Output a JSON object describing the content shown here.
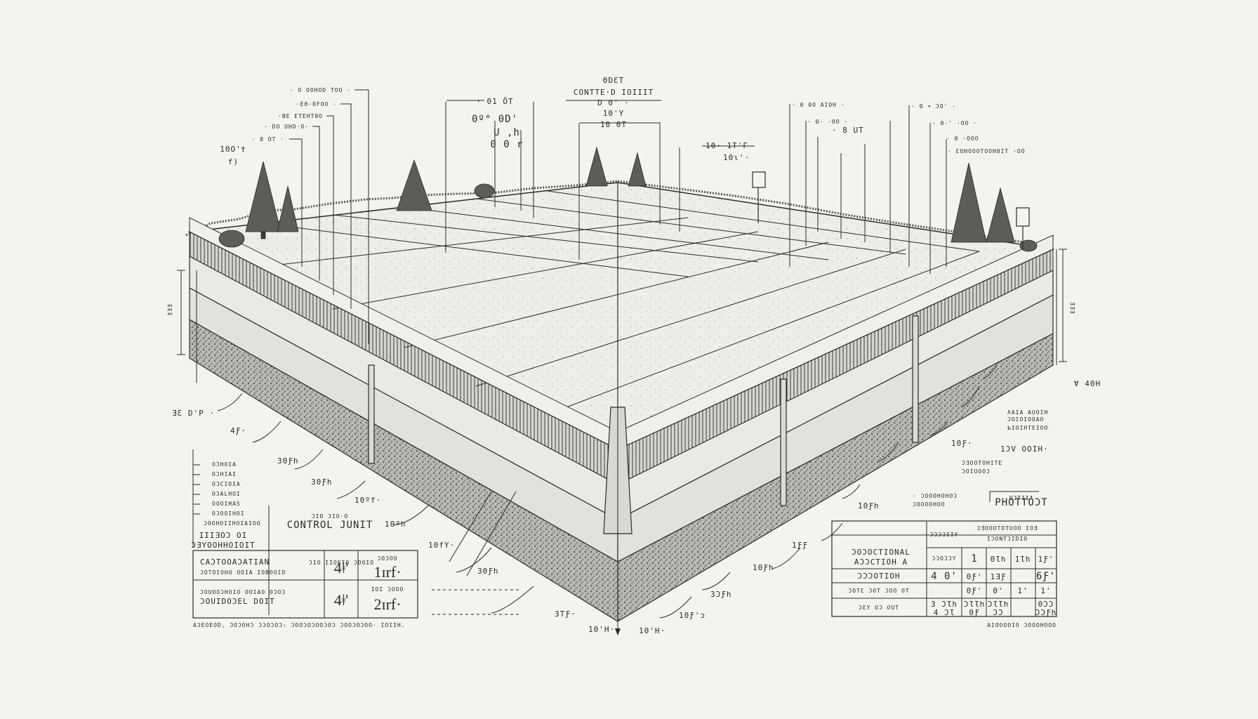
{
  "colors": {
    "background": "#f4f3ee",
    "ink": "#2a2a2a",
    "slab": "#ecebe6",
    "gravel": "#9a9a96"
  },
  "labels": {
    "top_center": [
      "ΘDƐT",
      "CONTTE·D  IOIIIT",
      "D 0'  ·",
      "10'Y",
      "10 0T"
    ],
    "top_left": [
      "· O OOHOD TOO ·",
      "·ΕΘ·OFOO ·",
      "·BE ETEHT0O",
      "· DO UHD·O·",
      "· 8 OT  ·",
      "10Ο'Ϯ",
      "f)"
    ],
    "top_mid_left": [
      "· 01 ÖT",
      "0º°  0D'",
      "U ‚h",
      "0  0 r"
    ],
    "top_right": [
      "· 0 0Ο AIOH ·",
      "· 0·  ·OO ·",
      "· 8 UT",
      "10·  1T'Γ",
      "10ɩ'·"
    ],
    "top_far_right": [
      "· 0 ∙ ƆO' ·",
      "· 0·'  ·OO ·",
      "· 0 ·OOO",
      "· ƐOHOOOTOOH0IT ·OO"
    ],
    "side_left": [
      "ƎƐ D'P ·",
      "4Ƒ·",
      "30Ƒh",
      "30Ƒh",
      "10ºf·",
      "10ºh",
      "10fY·",
      "30Ƒh",
      "3TƑ·",
      "10'H·"
    ],
    "side_right": [
      "Ɐ 40H",
      "ɅAIA AUOIH",
      "ƆOIOIOOAO",
      "ƄIOIHTEIOO",
      "10Ƒ·",
      "1ƆV OOIH·",
      "ƆƎOOTOHITE",
      "ƆOIUOOƆ",
      "· ƆOOOHOHOƆ",
      "ƆOOOOHOO",
      "10Ƒh",
      "1ƑƑ",
      "10Ƒh",
      "3ƆƑh",
      "10Ƒ'ɔ",
      "10'H·"
    ],
    "mid_left": [
      "ƆIO ƆIO·O",
      "CONTROL JUNIT"
    ],
    "mid_right": [
      "OƆTIIɅ",
      "PHOTTOƆT"
    ],
    "dim_vertical": [
      "ƎƎƎ",
      "ƎƎƎ"
    ],
    "bottom_left_caption": "AƆEOEOD, ƆOƆOHƆ ƆƆOƆOƆ: ƆOOƆOƆOOƆOƆ ƆOOƆOƆOO· IOIIH.",
    "bottom_right_caption": "AIOOOOIO ƆOOOHOOO"
  },
  "left_legend": {
    "items": [
      "OƆHOIA",
      "OƆHIAI",
      "OƆCIOIA",
      "OƆALHOI",
      "OOOIHAS",
      "OƆOOIHOI",
      "ƆOOHOIIHOIAIOO"
    ],
    "title_lines": [
      "IIIƎOƆ OI",
      "ƆƎYOOHHOIOIT"
    ]
  },
  "left_table": {
    "rows": [
      {
        "name": "CAƆTOOAƆATIAN",
        "sub": "ƆOTOIOHO OOIA IOBOOIO",
        "v1": "4ǂ'",
        "h": "ƆOƆOO",
        "v2": "1ɪrf·"
      },
      {
        "name": "ƆOUIDOƆEL DOIT",
        "sub": "ƆOUOOƆHOIO OOIAO OƆOƆ",
        "v1": "4ǂ'",
        "h": "IOI ƆOOO",
        "v2": "2ɪrf·"
      }
    ],
    "row0_extra": "ƆIO IIOEIO  ƆOOIO"
  },
  "right_table": {
    "col_headers": [
      "ƆƆƆƆIIY",
      "ƆƎOOOTOTUOO IOƎ",
      "IƆONTƆIDIO"
    ],
    "row_titles": [
      "ƆOƆOCTIONAL",
      "AƆƆCTIOH A",
      "ƆƆƆOTIOH",
      "ƆOTƐ  ƆOT  ƆOO OT",
      "ƆƐY  OƆ OUT"
    ],
    "row1": [
      "ƆƆOƆƆY",
      "1",
      "0Ɩh",
      "1Ɩh",
      "1Ƒ'"
    ],
    "row2": [
      "4 0'",
      "0Ƒ'",
      "1ƎƑ",
      "6Ƒ'"
    ],
    "row3": [
      "0Ƒ'",
      "0'",
      "1'",
      "1'"
    ],
    "row4": [
      "3 ƆƖh",
      "ƆƖƖh",
      "ƆƖƖh",
      "0ƆƆ"
    ],
    "row4b": [
      "4 ƆƖ",
      "0Ƒ",
      "ƆƆ",
      "ƆƆƑh"
    ]
  }
}
